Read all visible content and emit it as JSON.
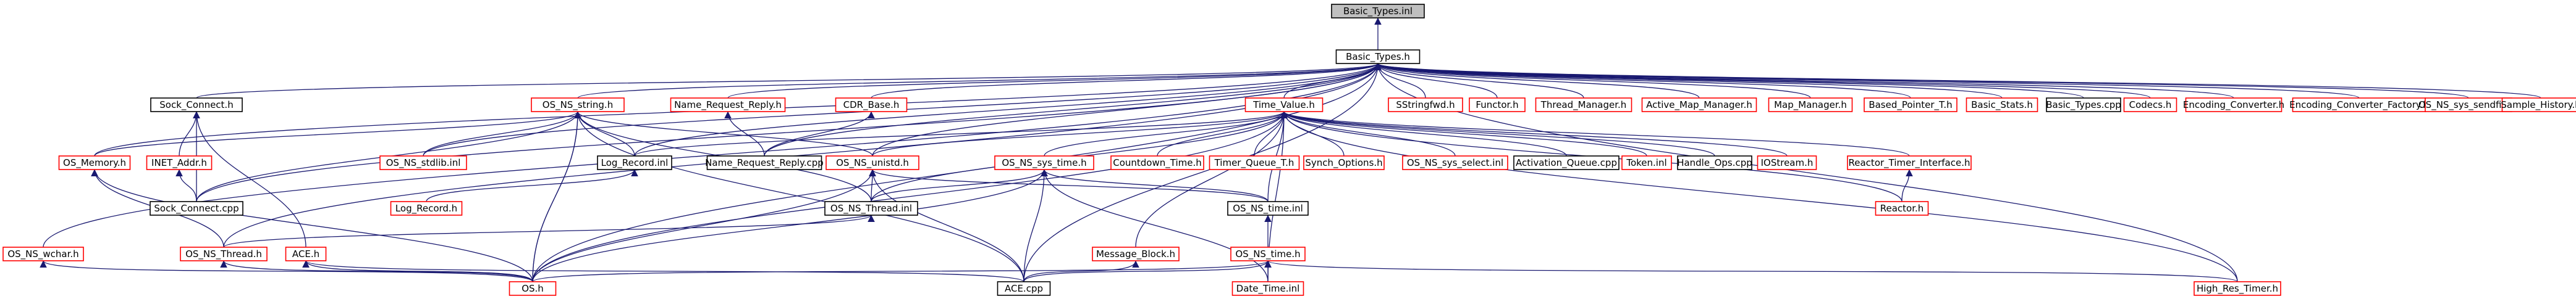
{
  "colors": {
    "edge": "#191970",
    "node_border_black": "#000000",
    "node_border_red": "#ff0000",
    "root_fill": "#bfbfbf",
    "node_fill": "#ffffff",
    "text": "#000000"
  },
  "nodes": [
    {
      "id": "basic_types_inl",
      "label": "Basic_Types.inl",
      "border": "black",
      "root": true
    },
    {
      "id": "basic_types_h",
      "label": "Basic_Types.h",
      "border": "black"
    },
    {
      "id": "sock_connect_h",
      "label": "Sock_Connect.h",
      "border": "black"
    },
    {
      "id": "os_ns_string_h",
      "label": "OS_NS_string.h",
      "border": "red"
    },
    {
      "id": "name_request_reply_h",
      "label": "Name_Request_Reply.h",
      "border": "red"
    },
    {
      "id": "cdr_base_h",
      "label": "CDR_Base.h",
      "border": "red"
    },
    {
      "id": "time_value_h",
      "label": "Time_Value.h",
      "border": "red"
    },
    {
      "id": "sstringfwd_h",
      "label": "SStringfwd.h",
      "border": "red"
    },
    {
      "id": "functor_h",
      "label": "Functor.h",
      "border": "red"
    },
    {
      "id": "thread_manager_h",
      "label": "Thread_Manager.h",
      "border": "red"
    },
    {
      "id": "active_map_manager_h",
      "label": "Active_Map_Manager.h",
      "border": "red"
    },
    {
      "id": "map_manager_h",
      "label": "Map_Manager.h",
      "border": "red"
    },
    {
      "id": "based_pointer_t_h",
      "label": "Based_Pointer_T.h",
      "border": "red"
    },
    {
      "id": "basic_stats_h",
      "label": "Basic_Stats.h",
      "border": "red"
    },
    {
      "id": "basic_types_cpp",
      "label": "Basic_Types.cpp",
      "border": "black"
    },
    {
      "id": "codecs_h",
      "label": "Codecs.h",
      "border": "red"
    },
    {
      "id": "encoding_converter_h",
      "label": "Encoding_Converter.h",
      "border": "red"
    },
    {
      "id": "encoding_converter_factory_h",
      "label": "Encoding_Converter_Factory.h",
      "border": "red"
    },
    {
      "id": "os_ns_sys_sendfile_h",
      "label": "OS_NS_sys_sendfile.h",
      "border": "red"
    },
    {
      "id": "sample_history_h",
      "label": "Sample_History.h",
      "border": "red"
    },
    {
      "id": "os_memory_h",
      "label": "OS_Memory.h",
      "border": "red"
    },
    {
      "id": "inet_addr_h",
      "label": "INET_Addr.h",
      "border": "red"
    },
    {
      "id": "os_ns_stdlib_inl",
      "label": "OS_NS_stdlib.inl",
      "border": "red"
    },
    {
      "id": "log_record_inl",
      "label": "Log_Record.inl",
      "border": "black"
    },
    {
      "id": "name_request_reply_cpp",
      "label": "Name_Request_Reply.cpp",
      "border": "black"
    },
    {
      "id": "os_ns_unistd_h",
      "label": "OS_NS_unistd.h",
      "border": "red"
    },
    {
      "id": "os_ns_sys_time_h",
      "label": "OS_NS_sys_time.h",
      "border": "red"
    },
    {
      "id": "countdown_time_h",
      "label": "Countdown_Time.h",
      "border": "red"
    },
    {
      "id": "timer_queue_t_h",
      "label": "Timer_Queue_T.h",
      "border": "red"
    },
    {
      "id": "synch_options_h",
      "label": "Synch_Options.h",
      "border": "red"
    },
    {
      "id": "os_ns_sys_select_inl",
      "label": "OS_NS_sys_select.inl",
      "border": "red"
    },
    {
      "id": "activation_queue_cpp",
      "label": "Activation_Queue.cpp",
      "border": "black"
    },
    {
      "id": "token_inl",
      "label": "Token.inl",
      "border": "red"
    },
    {
      "id": "handle_ops_cpp",
      "label": "Handle_Ops.cpp",
      "border": "black"
    },
    {
      "id": "iostream_h",
      "label": "IOStream.h",
      "border": "red"
    },
    {
      "id": "reactor_timer_interface_h",
      "label": "Reactor_Timer_Interface.h",
      "border": "red"
    },
    {
      "id": "log_record_h",
      "label": "Log_Record.h",
      "border": "red"
    },
    {
      "id": "sock_connect_cpp",
      "label": "Sock_Connect.cpp",
      "border": "black"
    },
    {
      "id": "os_ns_thread_inl",
      "label": "OS_NS_Thread.inl",
      "border": "black"
    },
    {
      "id": "os_ns_time_inl",
      "label": "OS_NS_time.inl",
      "border": "black"
    },
    {
      "id": "reactor_h",
      "label": "Reactor.h",
      "border": "red"
    },
    {
      "id": "os_ns_wchar_h",
      "label": "OS_NS_wchar.h",
      "border": "red"
    },
    {
      "id": "os_ns_thread_h",
      "label": "OS_NS_Thread.h",
      "border": "red"
    },
    {
      "id": "ace_h",
      "label": "ACE.h",
      "border": "red"
    },
    {
      "id": "message_block_h",
      "label": "Message_Block.h",
      "border": "red"
    },
    {
      "id": "os_ns_time_h",
      "label": "OS_NS_time.h",
      "border": "red"
    },
    {
      "id": "os_h",
      "label": "OS.h",
      "border": "red"
    },
    {
      "id": "ace_cpp",
      "label": "ACE.cpp",
      "border": "black"
    },
    {
      "id": "date_time_inl",
      "label": "Date_Time.inl",
      "border": "red"
    },
    {
      "id": "high_res_timer_h",
      "label": "High_Res_Timer.h",
      "border": "red"
    }
  ],
  "edges": [
    [
      "basic_types_h",
      "basic_types_inl"
    ],
    [
      "sock_connect_h",
      "basic_types_h"
    ],
    [
      "os_ns_string_h",
      "basic_types_h"
    ],
    [
      "name_request_reply_h",
      "basic_types_h"
    ],
    [
      "cdr_base_h",
      "basic_types_h"
    ],
    [
      "time_value_h",
      "basic_types_h"
    ],
    [
      "sstringfwd_h",
      "basic_types_h"
    ],
    [
      "functor_h",
      "basic_types_h"
    ],
    [
      "thread_manager_h",
      "basic_types_h"
    ],
    [
      "active_map_manager_h",
      "basic_types_h"
    ],
    [
      "map_manager_h",
      "basic_types_h"
    ],
    [
      "based_pointer_t_h",
      "basic_types_h"
    ],
    [
      "basic_stats_h",
      "basic_types_h"
    ],
    [
      "basic_types_cpp",
      "basic_types_h"
    ],
    [
      "codecs_h",
      "basic_types_h"
    ],
    [
      "encoding_converter_h",
      "basic_types_h"
    ],
    [
      "encoding_converter_factory_h",
      "basic_types_h"
    ],
    [
      "os_ns_sys_sendfile_h",
      "basic_types_h"
    ],
    [
      "sample_history_h",
      "basic_types_h"
    ],
    [
      "os_memory_h",
      "basic_types_h"
    ],
    [
      "os_ns_wchar_h",
      "basic_types_h"
    ],
    [
      "os_ns_stdlib_inl",
      "basic_types_h"
    ],
    [
      "log_record_inl",
      "basic_types_h"
    ],
    [
      "name_request_reply_cpp",
      "basic_types_h"
    ],
    [
      "os_ns_unistd_h",
      "basic_types_h"
    ],
    [
      "os_ns_thread_h",
      "basic_types_h"
    ],
    [
      "os_h",
      "basic_types_h"
    ],
    [
      "ace_cpp",
      "basic_types_h"
    ],
    [
      "sock_connect_cpp",
      "basic_types_h"
    ],
    [
      "high_res_timer_h",
      "basic_types_h"
    ],
    [
      "inet_addr_h",
      "sock_connect_h"
    ],
    [
      "sock_connect_cpp",
      "sock_connect_h"
    ],
    [
      "ace_h",
      "sock_connect_h"
    ],
    [
      "os_ns_stdlib_inl",
      "os_ns_string_h"
    ],
    [
      "log_record_inl",
      "os_ns_string_h"
    ],
    [
      "os_ns_unistd_h",
      "os_ns_string_h"
    ],
    [
      "os_ns_thread_inl",
      "os_ns_string_h"
    ],
    [
      "sock_connect_cpp",
      "os_ns_string_h"
    ],
    [
      "ace_cpp",
      "os_ns_string_h"
    ],
    [
      "os_h",
      "os_ns_string_h"
    ],
    [
      "name_request_reply_cpp",
      "name_request_reply_h"
    ],
    [
      "name_request_reply_cpp",
      "cdr_base_h"
    ],
    [
      "os_ns_sys_time_h",
      "time_value_h"
    ],
    [
      "countdown_time_h",
      "time_value_h"
    ],
    [
      "timer_queue_t_h",
      "time_value_h"
    ],
    [
      "synch_options_h",
      "time_value_h"
    ],
    [
      "os_ns_sys_select_inl",
      "time_value_h"
    ],
    [
      "activation_queue_cpp",
      "time_value_h"
    ],
    [
      "token_inl",
      "time_value_h"
    ],
    [
      "handle_ops_cpp",
      "time_value_h"
    ],
    [
      "iostream_h",
      "time_value_h"
    ],
    [
      "reactor_timer_interface_h",
      "time_value_h"
    ],
    [
      "reactor_h",
      "time_value_h"
    ],
    [
      "os_ns_time_inl",
      "time_value_h"
    ],
    [
      "os_ns_thread_inl",
      "time_value_h"
    ],
    [
      "os_ns_unistd_h",
      "time_value_h"
    ],
    [
      "log_record_inl",
      "time_value_h"
    ],
    [
      "date_time_inl",
      "time_value_h"
    ],
    [
      "high_res_timer_h",
      "time_value_h"
    ],
    [
      "message_block_h",
      "time_value_h"
    ],
    [
      "os_h",
      "time_value_h"
    ],
    [
      "os_memory_h",
      "os_ns_string_h"
    ],
    [
      "os_ns_thread_h",
      "os_memory_h"
    ],
    [
      "os_h",
      "os_memory_h"
    ],
    [
      "sock_connect_cpp",
      "inet_addr_h"
    ],
    [
      "log_record_h",
      "log_record_inl"
    ],
    [
      "os_ns_thread_inl",
      "os_ns_unistd_h"
    ],
    [
      "os_ns_time_inl",
      "os_ns_unistd_h"
    ],
    [
      "ace_cpp",
      "os_ns_unistd_h"
    ],
    [
      "os_h",
      "os_ns_unistd_h"
    ],
    [
      "os_ns_time_inl",
      "os_ns_sys_time_h"
    ],
    [
      "date_time_inl",
      "os_ns_sys_time_h"
    ],
    [
      "ace_cpp",
      "os_ns_sys_time_h"
    ],
    [
      "os_h",
      "os_ns_sys_time_h"
    ],
    [
      "os_ns_thread_inl",
      "os_ns_sys_time_h"
    ],
    [
      "reactor_h",
      "reactor_timer_interface_h"
    ],
    [
      "os_ns_time_h",
      "os_ns_time_inl"
    ],
    [
      "os_h",
      "os_ns_wchar_h"
    ],
    [
      "os_h",
      "os_ns_thread_h"
    ],
    [
      "os_ns_thread_h",
      "os_ns_thread_inl"
    ],
    [
      "os_h",
      "ace_h"
    ],
    [
      "ace_cpp",
      "ace_h"
    ],
    [
      "ace_cpp",
      "message_block_h"
    ],
    [
      "ace_cpp",
      "os_ns_time_h"
    ],
    [
      "os_h",
      "os_ns_time_h"
    ],
    [
      "date_time_inl",
      "os_ns_time_h"
    ],
    [
      "high_res_timer_h",
      "os_ns_time_h"
    ],
    [
      "os_h",
      "os_ns_string_h"
    ]
  ]
}
